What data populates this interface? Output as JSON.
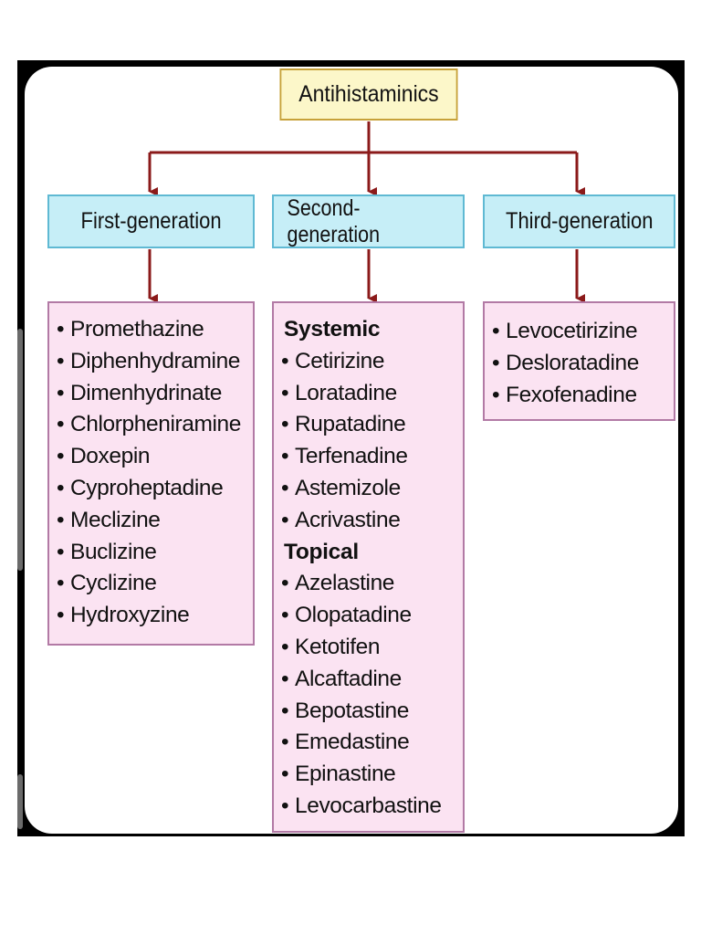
{
  "root": {
    "label": "Antihistaminics"
  },
  "colors": {
    "root_fill": "#fcf7c9",
    "generation_fill": "#c6eef7",
    "list_fill": "#fbe3f2",
    "connector": "#8b1a1a"
  },
  "generations": [
    {
      "label": "First-generation",
      "items": [
        "Promethazine",
        "Diphenhydramine",
        "Dimenhydrinate",
        "Chlorpheniramine",
        "Doxepin",
        "Cyproheptadine",
        "Meclizine",
        "Buclizine",
        "Cyclizine",
        "Hydroxyzine"
      ]
    },
    {
      "label": "Second-generation",
      "groups": [
        {
          "heading": "Systemic",
          "items": [
            "Cetirizine",
            "Loratadine",
            "Rupatadine",
            "Terfenadine",
            "Astemizole",
            "Acrivastine"
          ]
        },
        {
          "heading": "Topical",
          "items": [
            "Azelastine",
            "Olopatadine",
            "Ketotifen",
            "Alcaftadine",
            "Bepotastine",
            "Emedastine",
            "Epinastine",
            "Levocarbastine"
          ]
        }
      ]
    },
    {
      "label": "Third-generation",
      "items": [
        "Levocetirizine",
        "Desloratadine",
        "Fexofenadine"
      ]
    }
  ]
}
